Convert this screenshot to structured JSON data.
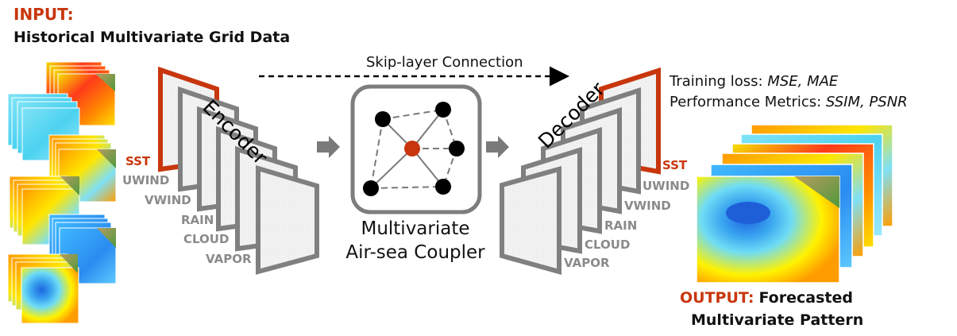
{
  "input": {
    "label": "INPUT:",
    "description": "Historical Multivariate Grid Data"
  },
  "output": {
    "label": "OUTPUT:",
    "description_line1": "Forecasted",
    "description_line2": "Multivariate Pattern"
  },
  "encoder": {
    "title": "Encoder"
  },
  "decoder": {
    "title": "Decoder"
  },
  "skip_connection": {
    "label": "Skip-layer Connection"
  },
  "coupler": {
    "title_line1": "Multivariate",
    "title_line2": "Air-sea Coupler"
  },
  "variables": [
    "SST",
    "UWIND",
    "VWIND",
    "RAIN",
    "CLOUD",
    "VAPOR"
  ],
  "training": {
    "loss_label": "Training loss: ",
    "loss_values": "MSE, MAE",
    "metrics_label": "Performance Metrics: ",
    "metrics_values": "SSIM, PSNR"
  },
  "colors": {
    "accent": "#c8360d",
    "plate_gray": "#808080",
    "node_black": "#000000",
    "node_center": "#c8360d"
  }
}
